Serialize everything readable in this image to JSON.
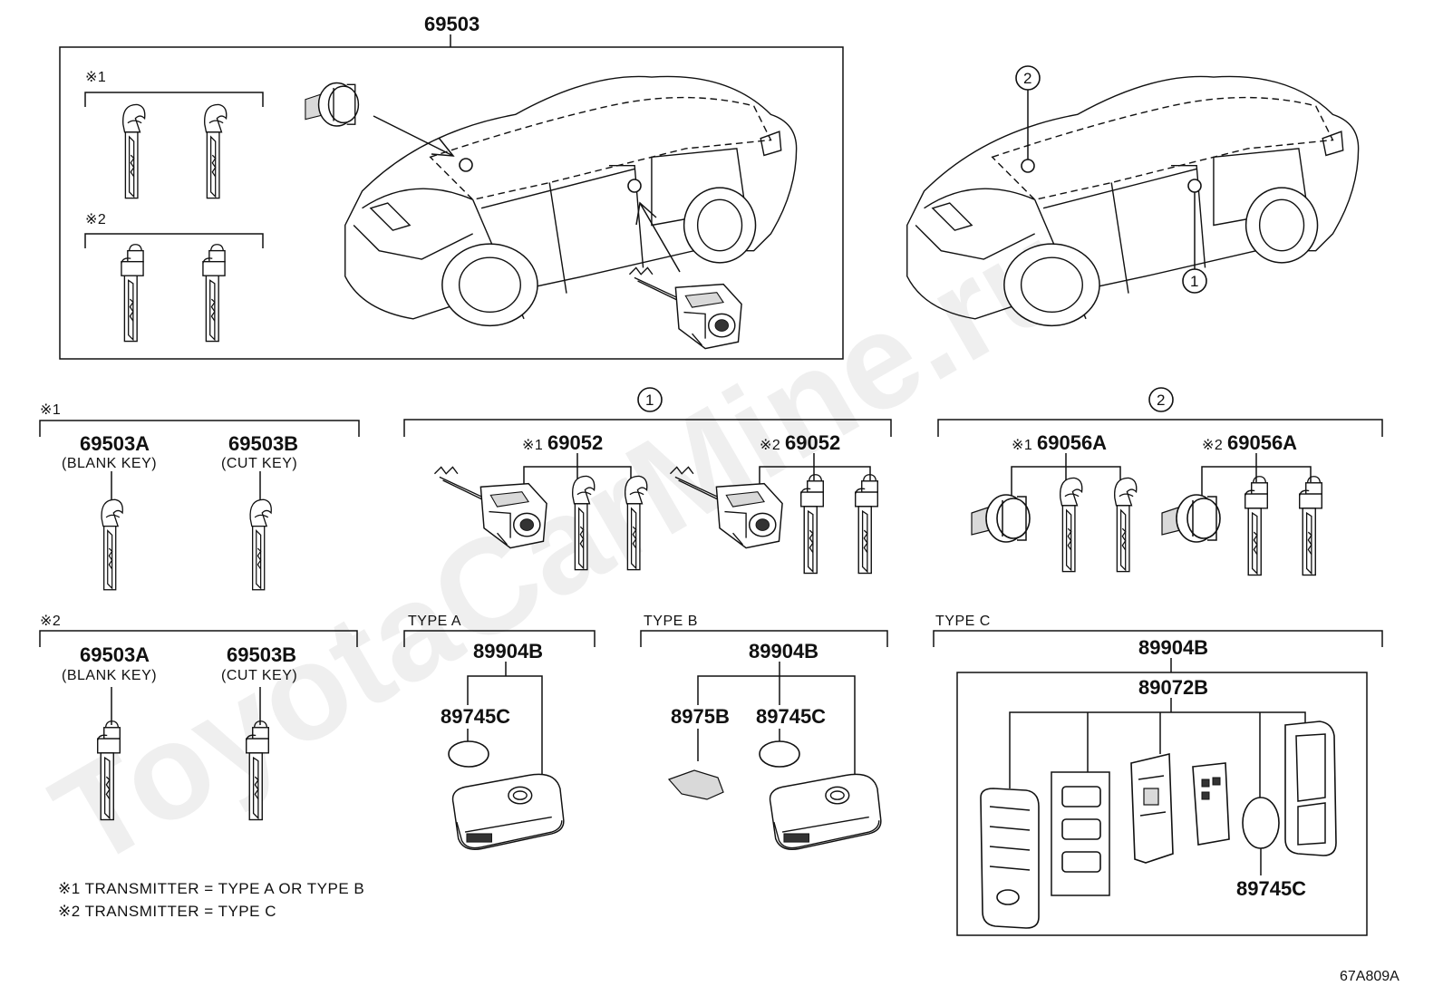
{
  "watermark": "ToyotaCarMine.ru",
  "diagram_code": "67A809A",
  "top": {
    "assembly_number": "69503",
    "mark1": "※1",
    "mark2": "※2",
    "callout_1": "1",
    "callout_2": "2"
  },
  "left_group1": {
    "mark": "※1",
    "item_a": {
      "part": "69503A",
      "desc": "(BLANK KEY)"
    },
    "item_b": {
      "part": "69503B",
      "desc": "(CUT KEY)"
    }
  },
  "left_group2": {
    "mark": "※2",
    "item_a": {
      "part": "69503A",
      "desc": "(BLANK KEY)"
    },
    "item_b": {
      "part": "69503B",
      "desc": "(CUT KEY)"
    }
  },
  "set1": {
    "callout": "1",
    "a_mark": "※1",
    "a_part": "69052",
    "b_mark": "※2",
    "b_part": "69052"
  },
  "set2": {
    "callout": "2",
    "a_mark": "※1",
    "a_part": "69056A",
    "b_mark": "※2",
    "b_part": "69056A"
  },
  "type_a": {
    "label": "TYPE A",
    "assembly": "89904B",
    "battery": "89745C"
  },
  "type_b": {
    "label": "TYPE B",
    "assembly": "89904B",
    "cover": "8975B",
    "battery": "89745C"
  },
  "type_c": {
    "label": "TYPE C",
    "assembly": "89904B",
    "sub_assembly": "89072B",
    "battery": "89745C"
  },
  "notes": {
    "note1": "※1 TRANSMITTER = TYPE A OR TYPE B",
    "note2": "※2 TRANSMITTER = TYPE C"
  }
}
